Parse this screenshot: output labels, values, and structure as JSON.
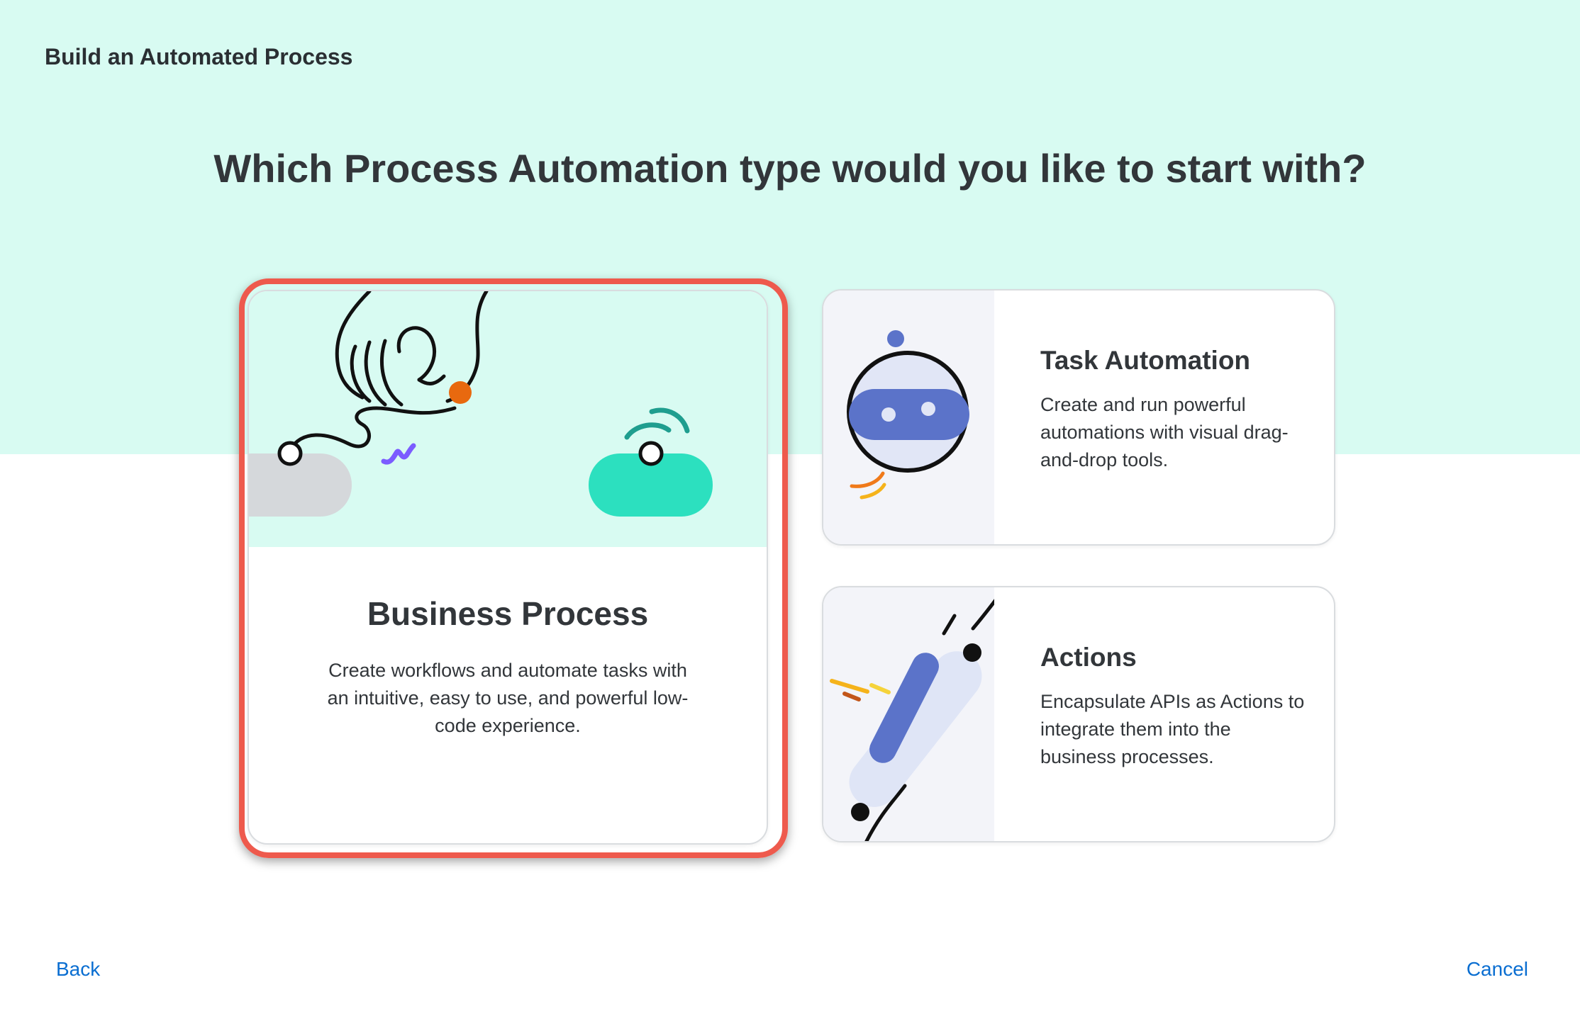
{
  "dialog": {
    "title": "Build an Automated Process"
  },
  "question": "Which Process Automation type would you like to start with?",
  "cards": {
    "business_process": {
      "title": "Business Process",
      "description": "Create workflows and automate tasks with an intuitive, easy to use, and powerful low-code experience."
    },
    "task_automation": {
      "title": "Task Automation",
      "description": "Create and run powerful automations with visual drag-and-drop tools."
    },
    "actions": {
      "title": "Actions",
      "description": "Encapsulate APIs as Actions to integrate them into the business processes."
    }
  },
  "footer": {
    "back_label": "Back",
    "cancel_label": "Cancel"
  },
  "colors": {
    "band": "#d8fbf2",
    "highlight": "#ee5a4d",
    "link": "#0a6ed1",
    "teal": "#2ce0bf",
    "robot_blue": "#5b73c9"
  },
  "icons": [
    "hand-plugging-cable-illustration",
    "robot-illustration",
    "connector-plug-illustration"
  ]
}
